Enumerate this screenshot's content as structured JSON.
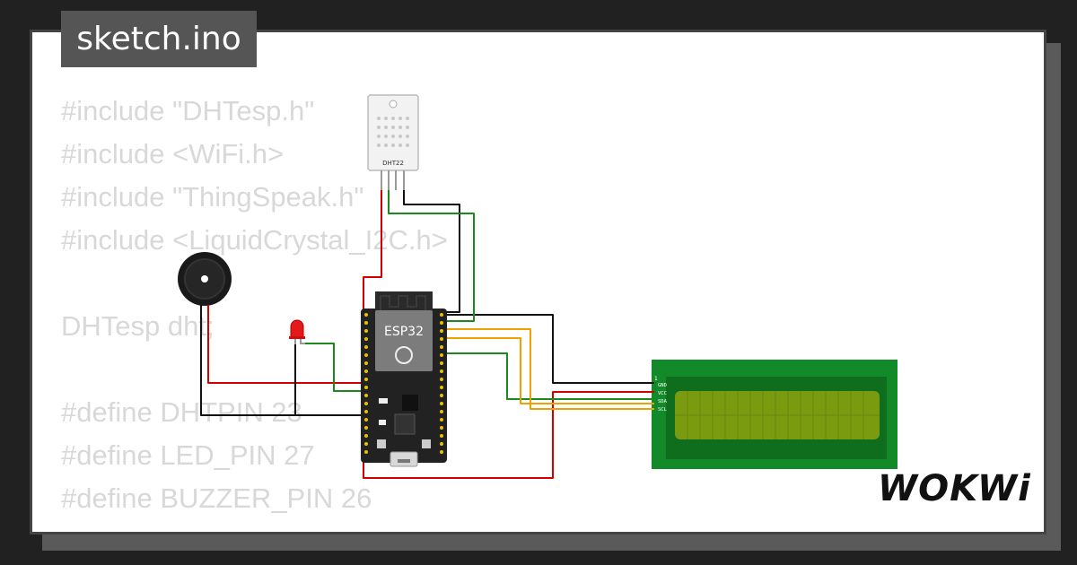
{
  "file_tab": {
    "label": "sketch.ino"
  },
  "code_lines": [
    "#include \"DHTesp.h\"",
    "#include <WiFi.h>",
    "#include \"ThingSpeak.h\"",
    "#include <LiquidCrystal_I2C.h>",
    "",
    "DHTesp dht;",
    "",
    "#define DHTPIN 23",
    "#define LED_PIN 27",
    "#define BUZZER_PIN 26"
  ],
  "components": {
    "dht_label": "DHT22",
    "esp_label": "ESP32",
    "lcd_pins": [
      "GND",
      "VCC",
      "SDA",
      "SCL"
    ]
  },
  "brand": {
    "logo": "WOKWi"
  },
  "colors": {
    "code_text": "#d8d8d8",
    "wire_red": "#d40000",
    "wire_black": "#111111",
    "wire_green": "#1a8a1a",
    "wire_orange": "#f0a000",
    "lcd_board": "#128a2a",
    "lcd_screen": "#7a9a10",
    "esp_board": "#222222"
  }
}
